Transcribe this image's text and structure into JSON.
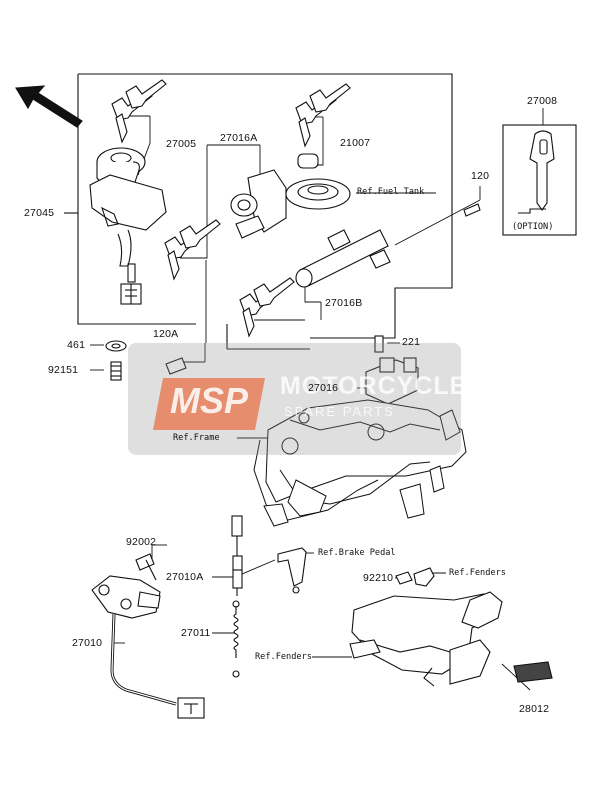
{
  "labels": {
    "p27005": "27005",
    "p27016a": "27016A",
    "p21007": "21007",
    "p27045": "27045",
    "p27008": "27008",
    "p120": "120",
    "p27016b": "27016B",
    "p461": "461",
    "p92151": "92151",
    "p120a": "120A",
    "p221": "221",
    "p27016": "27016",
    "p92002": "92002",
    "p27010a": "27010A",
    "p92210": "92210",
    "p27010": "27010",
    "p27011": "27011",
    "p28012": "28012"
  },
  "refs": {
    "fuel_tank": "Ref.Fuel Tank",
    "frame": "Ref.Frame",
    "brake_pedal": "Ref.Brake Pedal",
    "fenders_top": "Ref.Fenders",
    "fenders_bottom": "Ref.Fenders"
  },
  "option_label": "(OPTION)",
  "watermark": {
    "logo": "MSP",
    "title": "MOTORCYCLE",
    "subtitle": "SPARE PARTS"
  }
}
